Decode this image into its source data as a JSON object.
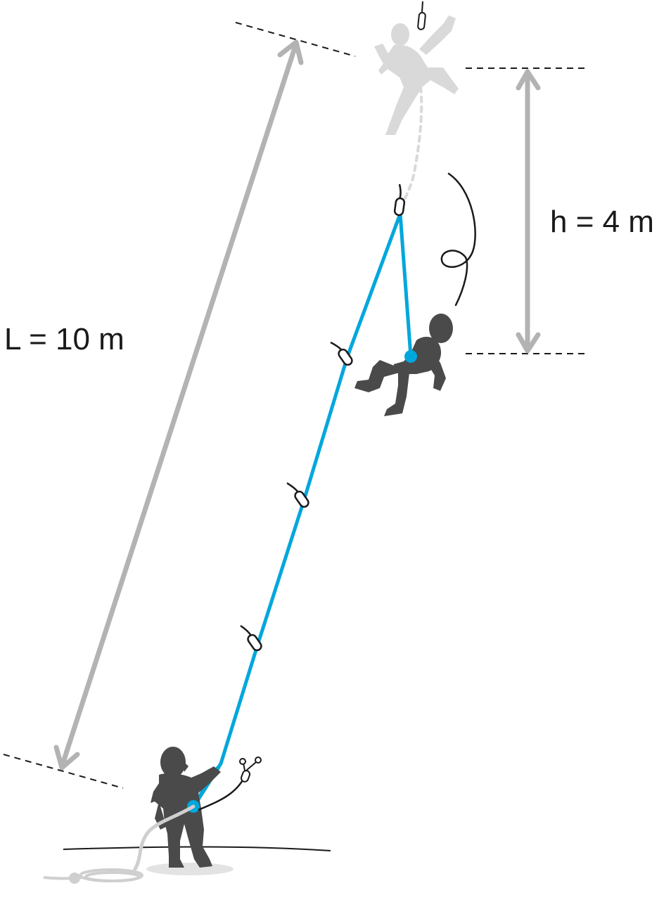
{
  "labels": {
    "rope_length": "L = 10 m",
    "fall_height": "h = 4 m"
  },
  "colors": {
    "rope": "#00a7dc",
    "arrow": "#b3b3b3",
    "climber_dark": "#4a4a4a",
    "climber_ghost": "#d9d9d9",
    "rope_coil": "#cfcfcf",
    "line": "#1a1a1a"
  },
  "icons": [
    "climber-silhouette",
    "belayer-silhouette",
    "quickdraw-icon",
    "carabiner-icon",
    "rope-coil"
  ]
}
